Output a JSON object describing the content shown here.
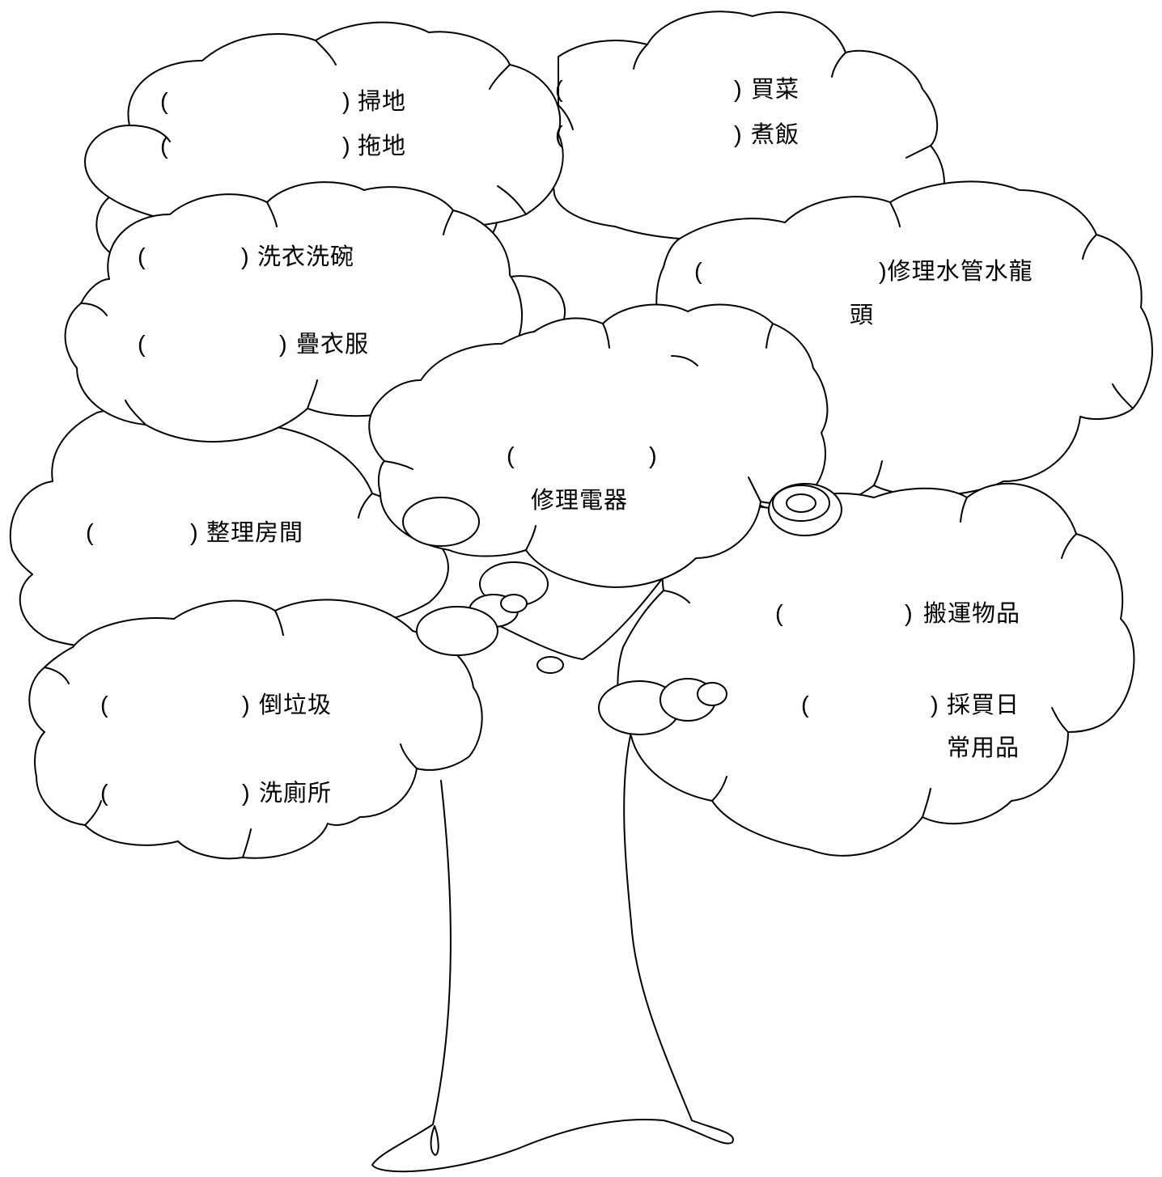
{
  "line_color": "#000000",
  "background": "#ffffff",
  "clouds": {
    "top_left": {
      "row1": {
        "open": "(",
        "close": ")",
        "task": "掃地"
      },
      "row2": {
        "open": "(",
        "close": ")",
        "task": "拖地"
      }
    },
    "top_right": {
      "row1": {
        "open": "(",
        "close": ")",
        "task": "買菜"
      },
      "row2": {
        "open": "(",
        "close": ")",
        "task": "煮飯"
      }
    },
    "laundry": {
      "row1": {
        "open": "(",
        "close": ")",
        "task": "洗衣洗碗"
      },
      "row2": {
        "open": "(",
        "close": ")",
        "task": "疊衣服"
      }
    },
    "plumbing": {
      "row1": {
        "open": "(",
        "task": ")修理水管水龍"
      },
      "row2": {
        "task": "頭"
      }
    },
    "center": {
      "row1": {
        "open": "(",
        "close": ")"
      },
      "row2": {
        "task": "修理電器"
      }
    },
    "room": {
      "row1": {
        "open": "(",
        "close": ")",
        "task": "整理房間"
      }
    },
    "bottom_left": {
      "row1": {
        "open": "(",
        "close": ")",
        "task": "倒垃圾"
      },
      "row2": {
        "open": "(",
        "close": ")",
        "task": "洗廁所"
      }
    },
    "bottom_right": {
      "row1": {
        "open": "(",
        "close": ")",
        "task": "搬運物品"
      },
      "row2": {
        "open": "(",
        "close": ")",
        "task": "採買日"
      },
      "row3": {
        "task": "常用品"
      }
    }
  }
}
